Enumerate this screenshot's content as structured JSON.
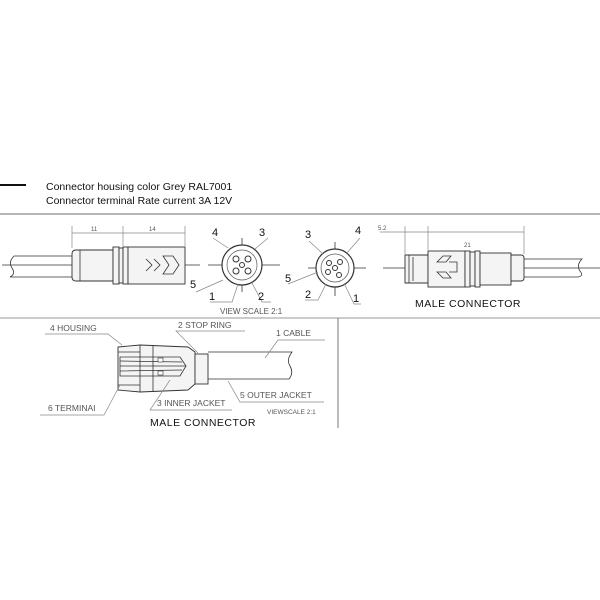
{
  "notes": {
    "line1": "Connector housing color Grey RAL7001",
    "line2": "Connector terminal Rate current  3A  12V"
  },
  "left_connector": {
    "dim_a": "11",
    "dim_b": "14"
  },
  "front_view_left": {
    "pins": [
      "4",
      "3",
      "5",
      "1",
      "2"
    ],
    "scale_label": "VIEW SCALE 2:1"
  },
  "front_view_right": {
    "pins": [
      "3",
      "4",
      "5",
      "2",
      "1"
    ]
  },
  "right_connector": {
    "dim_a": "5.2",
    "dim_b": "21",
    "title": "MALE CONNECTOR"
  },
  "section_view": {
    "labels": {
      "housing": "4 HOUSING",
      "stop_ring": "2 STOP RING",
      "cable": "1 CABLE",
      "outer_jacket": "5 OUTER JACKET",
      "inner_jacket": "3 INNER JACKET",
      "terminal": "6 TERMINAI"
    },
    "scale_label": "VIEWSCALE 2:1",
    "title": "MALE CONNECTOR"
  }
}
